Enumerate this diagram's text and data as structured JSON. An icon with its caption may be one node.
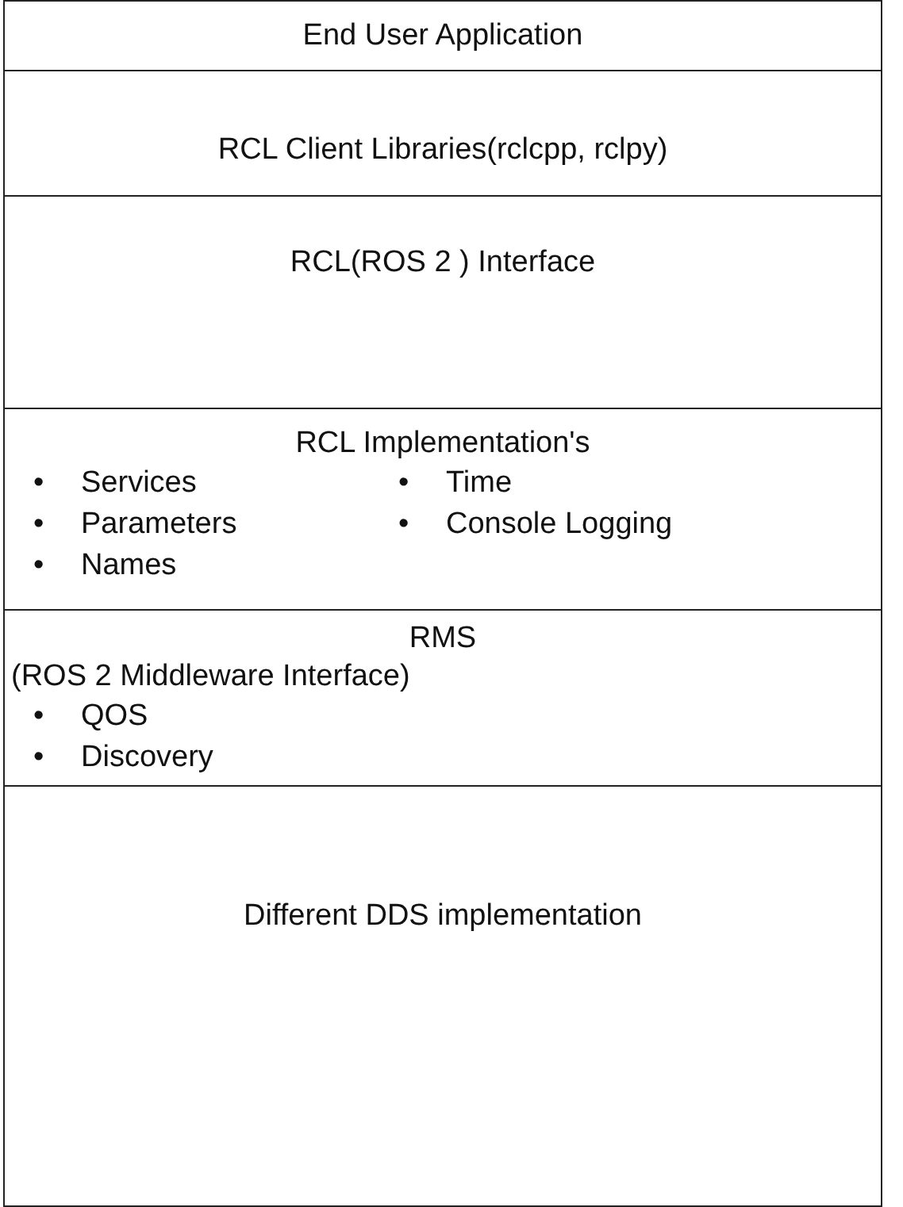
{
  "diagram": {
    "nodes": [
      {
        "text": [
          "End User Application"
        ]
      },
      {
        "text": [
          "RCL Client Libraries(rclcpp, rclpy)"
        ]
      },
      {
        "text": [
          "RCL(ROS 2 ) Interface"
        ]
      },
      {
        "text": [
          "RCL Implementation's",
          "Services",
          "Time",
          "Parameters",
          "Console Logging",
          "Names"
        ]
      },
      {
        "text": [
          "RMS",
          "(ROS 2 Middleware Interface)",
          "QOS",
          "Discovery"
        ]
      },
      {
        "text": [
          "Different DDS implementation"
        ]
      }
    ],
    "labels": [
      "•",
      "•",
      "•",
      "•",
      "•",
      "•",
      "•"
    ]
  }
}
